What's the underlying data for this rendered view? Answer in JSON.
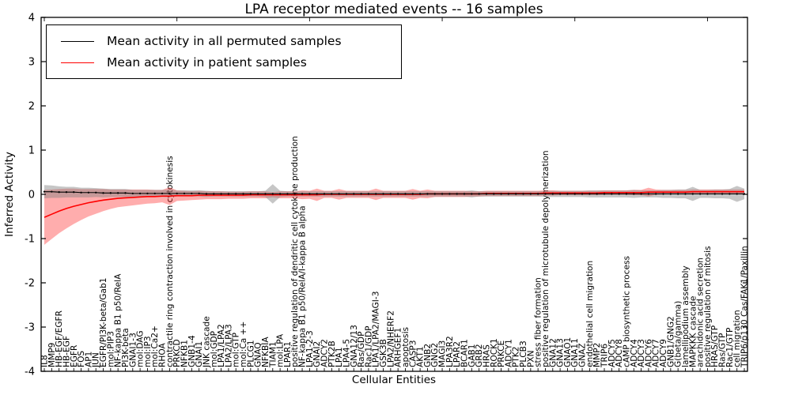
{
  "chart": {
    "title": "LPA receptor mediated events -- 16 samples",
    "xlabel": "Cellular Entities",
    "ylabel": "Inferred Activity"
  },
  "legend": {
    "items": [
      {
        "label": "Mean activity in all permuted samples",
        "color": "#000000"
      },
      {
        "label": "Mean activity in patient samples",
        "color": "#ff0000"
      }
    ]
  },
  "chart_data": {
    "type": "line",
    "title": "LPA receptor mediated events -- 16 samples",
    "xlabel": "Cellular Entities",
    "ylabel": "Inferred Activity",
    "ylim": [
      -4,
      4
    ],
    "yticks": [
      4,
      3,
      2,
      1,
      0,
      -1,
      -2,
      -3,
      -4
    ],
    "grid": false,
    "legend_position": "upper left",
    "colors": {
      "permuted_line": "#000000",
      "patient_line": "#ff0000",
      "permuted_band": "rgba(128,128,128,0.45)",
      "patient_band": "rgba(255,0,0,0.32)"
    },
    "categories": [
      "IL8",
      "MMP9",
      "HB-EGF/EGFR",
      "HB-EGF",
      "EGFR",
      "FOS",
      "AP1",
      "JUN",
      "EGFR/PI3K-beta/Gab1",
      "mol:PIP3",
      "NF-kappa B1 p50/RelA",
      "PI3K-beta",
      "GNAI1-3",
      "mol:DAG",
      "mol:IP3",
      "mol:Ca2+",
      "RHOA",
      "contractile ring contraction involved in cytokinesis",
      "PRKCD",
      "NFKB1",
      "GNB1-4",
      "GNAI1",
      "JNK cascade",
      "mol:GDP",
      "LPA1/LPA2",
      "LPA2/LPA3",
      "mol:GTP",
      "mol:Ca ++",
      "PLCG1",
      "GNAQ",
      "NFKBIA",
      "TIAM1",
      "mol:LPA",
      "LPAR1",
      "positive regulation of dendritic cell cytokine production",
      "NF-kappa B1 p50/RelA/I-kappa B alpha",
      "LPA1-2-3",
      "GNAI2",
      "ADCY2",
      "PTK2B",
      "LPA1",
      "LPA4-5",
      "GNA12/13",
      "Ras/GDP",
      "Rac1/GDP",
      "LPA1/LPA2/MAGI-3",
      "GSK3B",
      "LPA2/NHERF2",
      "ARHGEF1",
      "apoptosis",
      "CASP3",
      "AKT1",
      "GNB2",
      "GNG2",
      "MAGI3",
      "LPA3R2",
      "LPAR2",
      "BCAR1",
      "GAB1",
      "GRB2",
      "HRAS",
      "ROCK1",
      "PRKCE",
      "ADCY1",
      "PTK2",
      "PLCB3",
      "PXN",
      "stress fiber formation",
      "positive regulation of microtubule depolymerization",
      "GNA12",
      "GNA13",
      "GNAO1",
      "GNA11",
      "GNAZ",
      "endothelial cell migration",
      "MMP2",
      "TRIP6",
      "ADCY5",
      "ADCY8",
      "cAMP biosynthetic process",
      "ADCY4",
      "ADCY3",
      "ADCY6",
      "ADCY7",
      "ADCY9",
      "GNB1/GNG2",
      "G(beta/gamma)",
      "lamellipodium assembly",
      "MAPKKK cascade",
      "arachidonic acid secretion",
      "positive regulation of mitosis",
      "HRAS/GTP",
      "Ras/GTP",
      "Rac1/GTP",
      "cell migration",
      "TRIP6/p130 Cas/FAK1/Paxillin"
    ],
    "series": [
      {
        "name": "Mean activity in all permuted samples",
        "values": [
          0.06,
          0.06,
          0.05,
          0.05,
          0.05,
          0.04,
          0.04,
          0.04,
          0.03,
          0.03,
          0.03,
          0.03,
          0.02,
          0.02,
          0.02,
          0.02,
          0.02,
          0.02,
          0.02,
          0.02,
          0.02,
          0.02,
          0.01,
          0.01,
          0.01,
          0.01,
          0.01,
          0.01,
          0.01,
          0.01,
          0.01,
          0.01,
          0.01,
          0.01,
          0.01,
          0.01,
          0.01,
          0.01,
          0.01,
          0.01,
          0.01,
          0.01,
          0.01,
          0.01,
          0.01,
          0.01,
          0.01,
          0.01,
          0.01,
          0.01,
          0.01,
          0.01,
          0.01,
          0.01,
          0.01,
          0.01,
          0.01,
          0.01,
          0.01,
          0.01,
          0.01,
          0.01,
          0.01,
          0.01,
          0.01,
          0.01,
          0.01,
          0.01,
          0.01,
          0.01,
          0.01,
          0.01,
          0.01,
          0.01,
          0.01,
          0.01,
          0.01,
          0.01,
          0.01,
          0.01,
          0.01,
          0.01,
          0.01,
          0.01,
          0.01,
          0.01,
          0.01,
          0.01,
          0.01,
          0.01,
          0.01,
          0.01,
          0.01,
          0.01,
          0.01,
          0.01
        ],
        "band_halfwidth": [
          0.15,
          0.14,
          0.13,
          0.12,
          0.12,
          0.11,
          0.11,
          0.1,
          0.1,
          0.09,
          0.09,
          0.09,
          0.08,
          0.08,
          0.08,
          0.08,
          0.08,
          0.09,
          0.07,
          0.07,
          0.07,
          0.07,
          0.07,
          0.06,
          0.06,
          0.06,
          0.06,
          0.06,
          0.06,
          0.06,
          0.07,
          0.22,
          0.07,
          0.06,
          0.06,
          0.06,
          0.06,
          0.06,
          0.06,
          0.06,
          0.06,
          0.06,
          0.06,
          0.06,
          0.06,
          0.06,
          0.06,
          0.06,
          0.06,
          0.06,
          0.06,
          0.06,
          0.06,
          0.06,
          0.06,
          0.06,
          0.06,
          0.06,
          0.08,
          0.06,
          0.06,
          0.06,
          0.06,
          0.06,
          0.06,
          0.06,
          0.06,
          0.06,
          0.07,
          0.07,
          0.07,
          0.07,
          0.07,
          0.07,
          0.08,
          0.08,
          0.08,
          0.08,
          0.08,
          0.08,
          0.09,
          0.08,
          0.08,
          0.08,
          0.09,
          0.09,
          0.1,
          0.1,
          0.16,
          0.09,
          0.09,
          0.1,
          0.1,
          0.11,
          0.18,
          0.12
        ]
      },
      {
        "name": "Mean activity in patient samples",
        "values": [
          -0.52,
          -0.45,
          -0.38,
          -0.32,
          -0.27,
          -0.23,
          -0.19,
          -0.16,
          -0.13,
          -0.11,
          -0.09,
          -0.08,
          -0.07,
          -0.06,
          -0.05,
          -0.05,
          -0.04,
          -0.04,
          -0.03,
          -0.03,
          -0.03,
          -0.02,
          -0.02,
          -0.02,
          -0.02,
          -0.02,
          -0.02,
          -0.02,
          -0.01,
          -0.01,
          -0.01,
          -0.01,
          -0.01,
          -0.01,
          -0.01,
          -0.01,
          -0.01,
          -0.01,
          0,
          0,
          0,
          0,
          0,
          0,
          0,
          0,
          0,
          0,
          0,
          0,
          0,
          0,
          0.01,
          0.01,
          0.01,
          0.01,
          0.01,
          0.01,
          0.01,
          0.01,
          0.02,
          0.02,
          0.02,
          0.02,
          0.02,
          0.02,
          0.02,
          0.02,
          0.03,
          0.03,
          0.03,
          0.03,
          0.03,
          0.03,
          0.03,
          0.03,
          0.04,
          0.04,
          0.04,
          0.04,
          0.04,
          0.04,
          0.05,
          0.05,
          0.05,
          0.05,
          0.05,
          0.05,
          0.06,
          0.06,
          0.06,
          0.06,
          0.06,
          0.06,
          0.06,
          0.06
        ],
        "band_halfwidth": [
          0.62,
          0.56,
          0.5,
          0.45,
          0.4,
          0.35,
          0.31,
          0.28,
          0.25,
          0.22,
          0.2,
          0.19,
          0.18,
          0.17,
          0.16,
          0.15,
          0.14,
          0.2,
          0.12,
          0.11,
          0.1,
          0.1,
          0.09,
          0.09,
          0.09,
          0.08,
          0.08,
          0.08,
          0.08,
          0.08,
          0.08,
          0.06,
          0.08,
          0.08,
          0.08,
          0.1,
          0.09,
          0.14,
          0.08,
          0.08,
          0.12,
          0.08,
          0.08,
          0.08,
          0.08,
          0.13,
          0.08,
          0.08,
          0.08,
          0.08,
          0.12,
          0.08,
          0.1,
          0.07,
          0.07,
          0.07,
          0.07,
          0.07,
          0.06,
          0.06,
          0.06,
          0.06,
          0.06,
          0.06,
          0.06,
          0.06,
          0.06,
          0.06,
          0.06,
          0.06,
          0.05,
          0.05,
          0.05,
          0.05,
          0.05,
          0.05,
          0.05,
          0.05,
          0.05,
          0.05,
          0.06,
          0.06,
          0.1,
          0.06,
          0.05,
          0.05,
          0.05,
          0.05,
          0.05,
          0.05,
          0.05,
          0.05,
          0.05,
          0.05,
          0.05,
          0.05
        ]
      }
    ]
  }
}
